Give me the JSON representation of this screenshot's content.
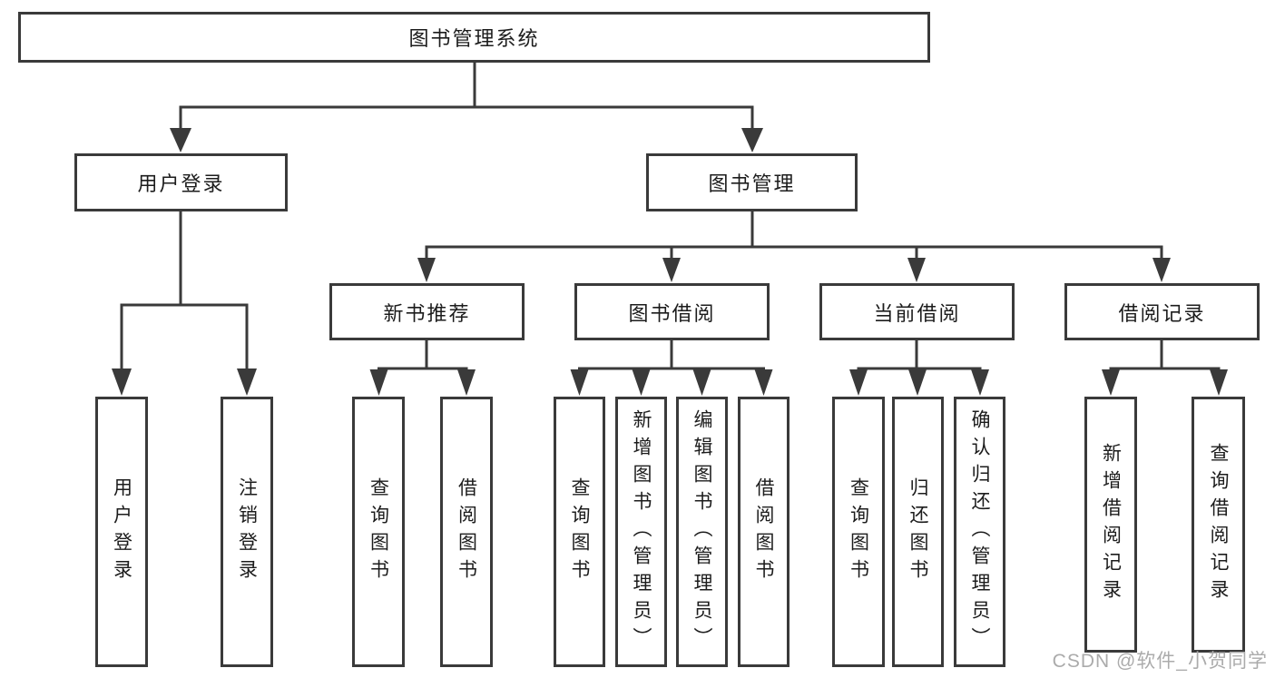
{
  "diagram": {
    "root": {
      "label": "图书管理系统"
    },
    "branches": [
      {
        "label": "用户登录",
        "children": [
          {
            "label": "用户登录"
          },
          {
            "label": "注销登录"
          }
        ]
      },
      {
        "label": "图书管理",
        "children": [
          {
            "label": "新书推荐",
            "children": [
              {
                "label": "查询图书"
              },
              {
                "label": "借阅图书"
              }
            ]
          },
          {
            "label": "图书借阅",
            "children": [
              {
                "label": "查询图书"
              },
              {
                "label": "新增图书（管理员）"
              },
              {
                "label": "编辑图书（管理员）"
              },
              {
                "label": "借阅图书"
              }
            ]
          },
          {
            "label": "当前借阅",
            "children": [
              {
                "label": "查询图书"
              },
              {
                "label": "归还图书"
              },
              {
                "label": "确认归还（管理员）"
              }
            ]
          },
          {
            "label": "借阅记录",
            "children": [
              {
                "label": "新增借阅记录"
              },
              {
                "label": "查询借阅记录"
              }
            ]
          }
        ]
      }
    ]
  },
  "watermark": {
    "text": "CSDN @软件_小贺同学"
  },
  "colors": {
    "line": "#3a3a3a",
    "text": "#1c1c1c",
    "watermark": "#ababab",
    "background": "#ffffff"
  }
}
